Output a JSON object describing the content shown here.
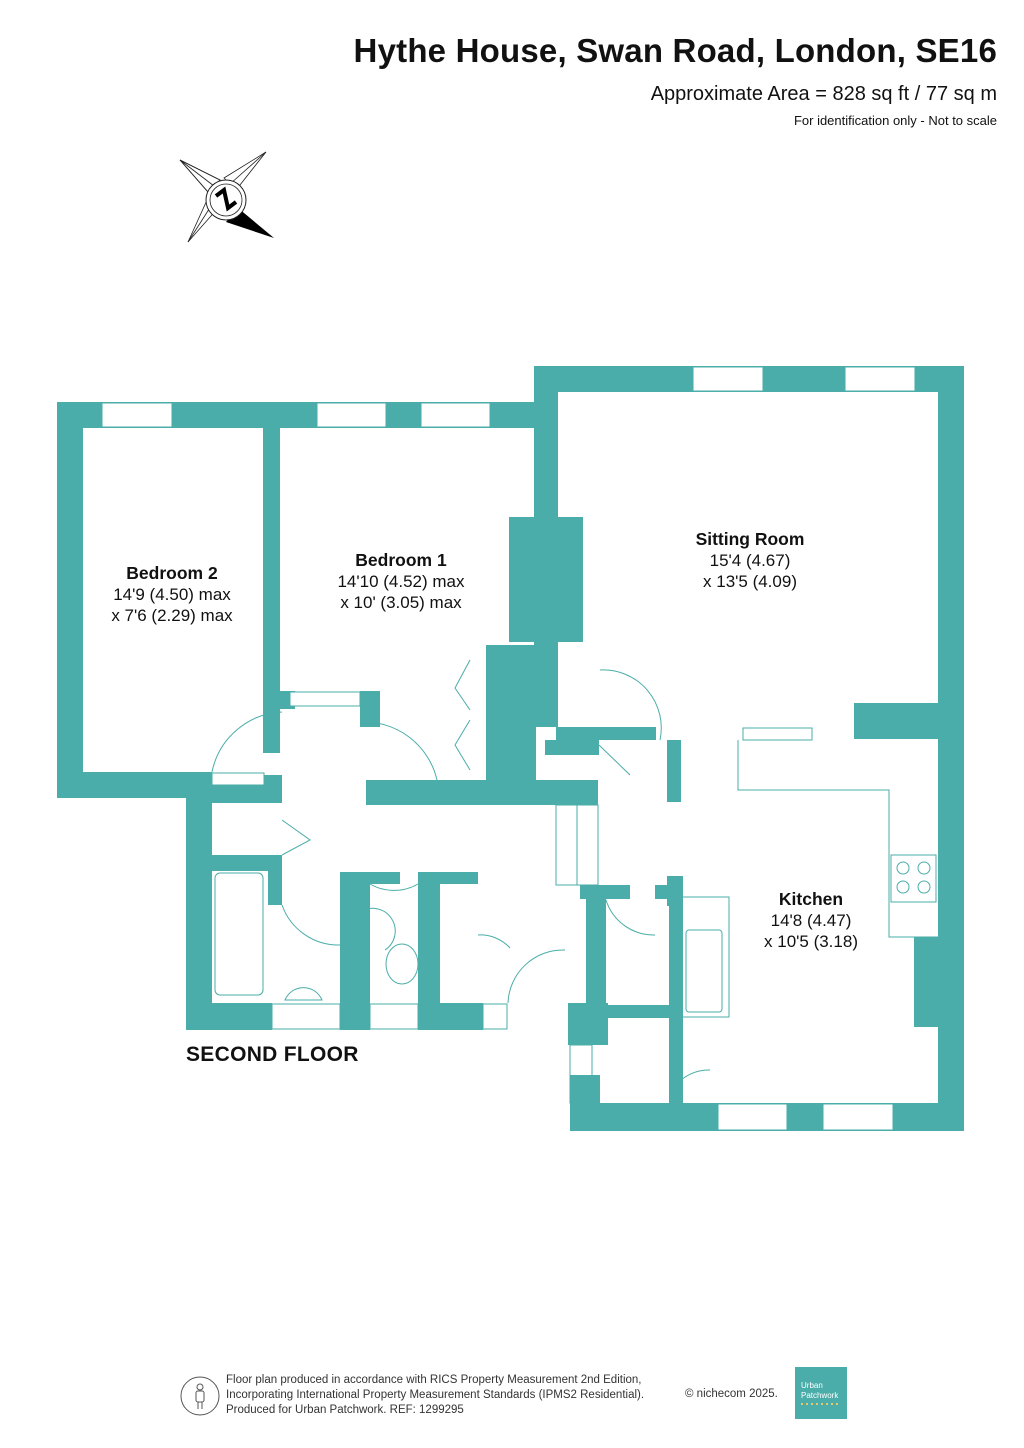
{
  "header": {
    "title": "Hythe House, Swan Road, London, SE16",
    "area": "Approximate Area = 828 sq ft / 77 sq m",
    "disclaimer": "For identification only - Not to scale"
  },
  "compass": {
    "icon": "compass-north-icon",
    "label": "N"
  },
  "floor": {
    "label": "SECOND FLOOR"
  },
  "rooms": [
    {
      "name": "Bedroom 2",
      "dim1": "14'9 (4.50) max",
      "dim2": "x 7'6 (2.29) max"
    },
    {
      "name": "Bedroom 1",
      "dim1": "14'10 (4.52) max",
      "dim2": "x 10' (3.05) max"
    },
    {
      "name": "Sitting Room",
      "dim1": "15'4 (4.67)",
      "dim2": "x 13'5 (4.09)"
    },
    {
      "name": "Kitchen",
      "dim1": "14'8 (4.47)",
      "dim2": "x 10'5 (3.18)"
    }
  ],
  "footer": {
    "line1": "Floor plan produced in accordance with RICS Property Measurement 2nd Edition,",
    "line2": "Incorporating International Property Measurement Standards (IPMS2 Residential).",
    "line3": "Produced for Urban Patchwork.   REF:  1299295",
    "copyright": "© nichecom 2025.",
    "logo_line1": "Urban",
    "logo_line2": "Patchwork"
  },
  "colors": {
    "wall": "#4aada9",
    "text": "#111111",
    "logo_bg": "#4aada9"
  }
}
